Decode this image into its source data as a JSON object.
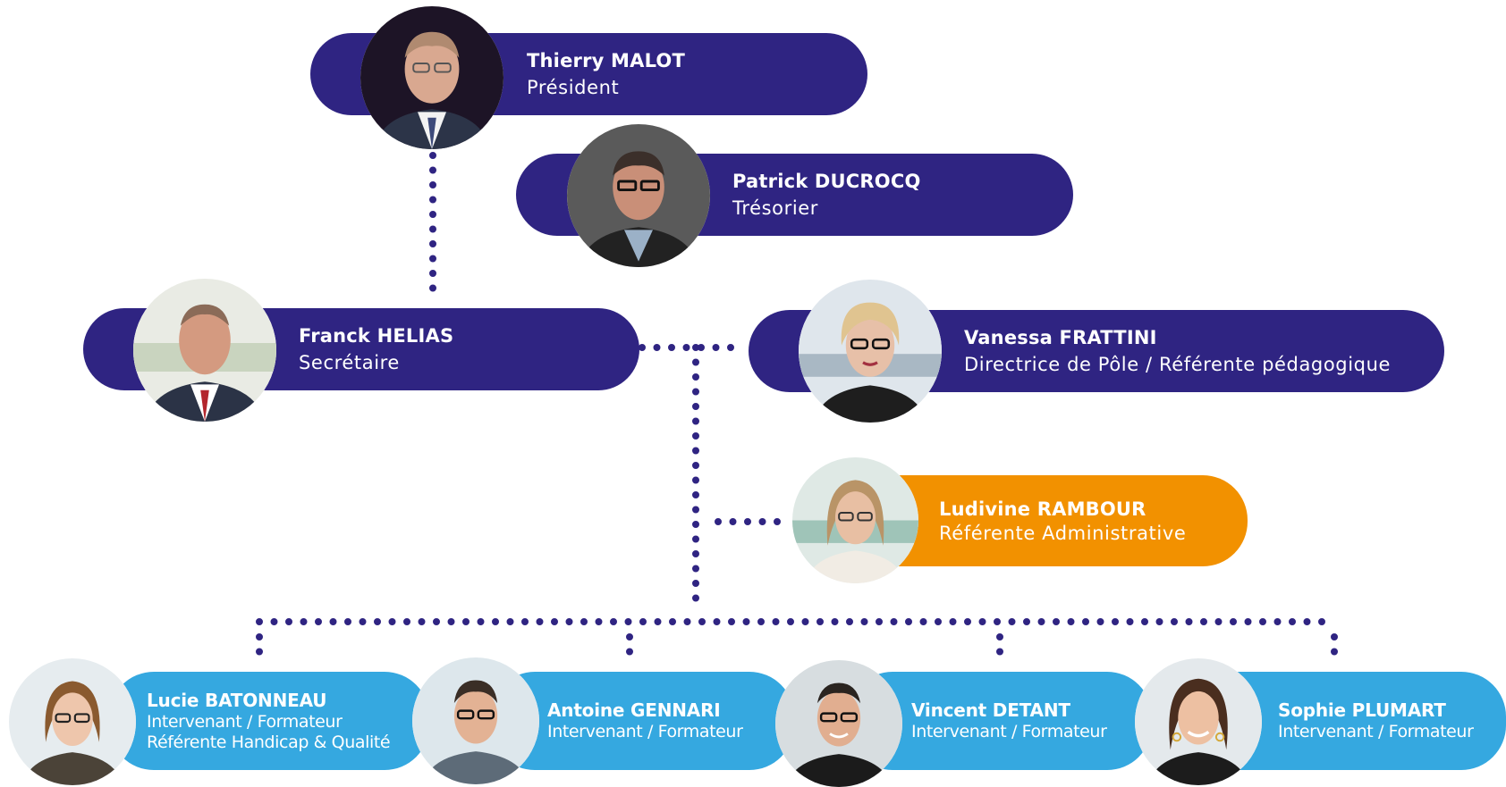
{
  "colors": {
    "primary": "#2f2482",
    "accent": "#f29100",
    "secondary": "#35a8e0",
    "connector": "#2f2482"
  },
  "president": {
    "name": "Thierry MALOT",
    "role": "Président"
  },
  "treasurer": {
    "name": "Patrick DUCROCQ",
    "role": "Trésorier"
  },
  "secretary": {
    "name": "Franck HELIAS",
    "role": "Secrétaire"
  },
  "director": {
    "name": "Vanessa FRATTINI",
    "role": "Directrice de Pôle / Référente pédagogique"
  },
  "admin": {
    "name": "Ludivine RAMBOUR",
    "role": "Référente Administrative"
  },
  "trainers": [
    {
      "name": "Lucie BATONNEAU",
      "role": "Intervenant / Formateur",
      "role2": "Référente Handicap & Qualité"
    },
    {
      "name": "Antoine GENNARI",
      "role": "Intervenant / Formateur"
    },
    {
      "name": "Vincent DETANT",
      "role": "Intervenant / Formateur"
    },
    {
      "name": "Sophie PLUMART",
      "role": "Intervenant / Formateur"
    }
  ]
}
